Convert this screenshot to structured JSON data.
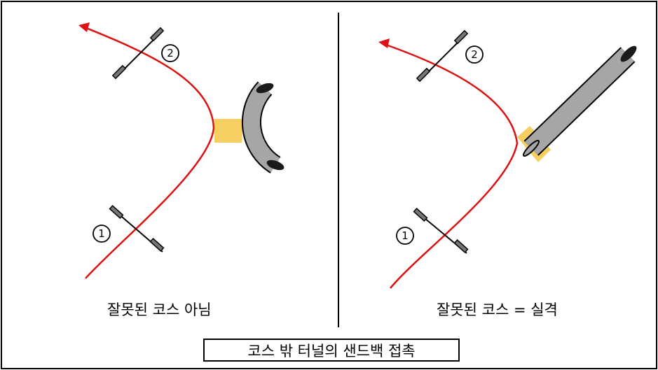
{
  "left_panel": {
    "caption": "잘못된 코스 아님",
    "gate_1_label": "1",
    "gate_2_label": "2"
  },
  "right_panel": {
    "caption": "잘못된 코스 = 실격",
    "gate_1_label": "1",
    "gate_2_label": "2"
  },
  "footer": {
    "title": "코스 밖 터널의 샌드백 접촉"
  },
  "colors": {
    "path": "#dd1111",
    "tunnel_fill": "#a6a6a6",
    "sandbag": "#f6cf62",
    "outline": "#000000"
  }
}
